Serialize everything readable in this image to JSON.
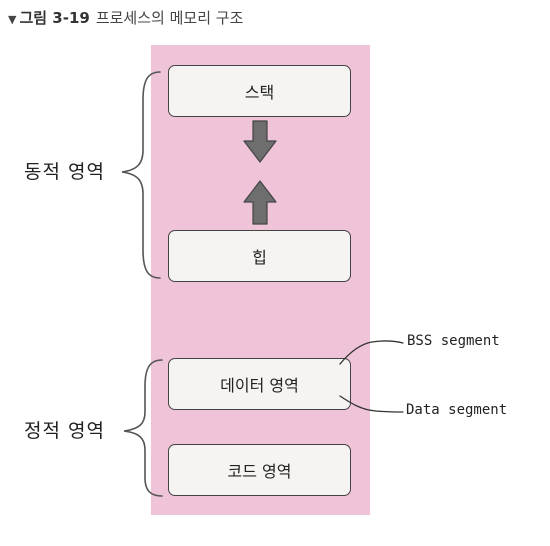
{
  "caption": {
    "marker": "▼",
    "number": "그림 3-19",
    "title": "프로세스의 메모리 구조"
  },
  "regions": {
    "dynamic": "동적 영역",
    "static": "정적 영역"
  },
  "segments": {
    "stack": "스택",
    "heap": "힙",
    "data": "데이터 영역",
    "code": "코드 영역"
  },
  "annotations": {
    "bss": "BSS segment",
    "data": "Data segment"
  },
  "colors": {
    "memory_background": "#efc4d8",
    "segment_fill": "#f6f4f2",
    "arrow_fill": "#6e6e6e",
    "outline": "#444444"
  }
}
